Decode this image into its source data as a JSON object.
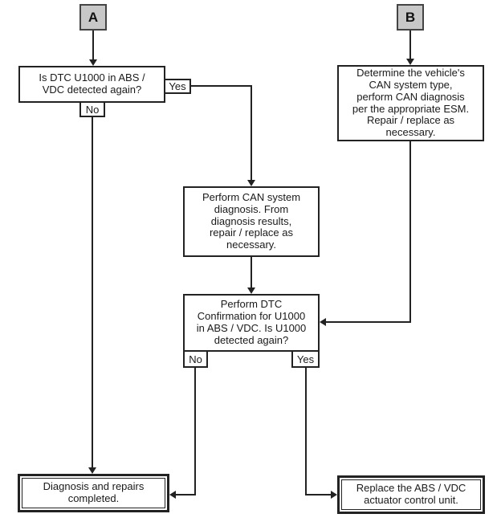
{
  "flowchart": {
    "connectors": {
      "a": "A",
      "b": "B"
    },
    "decision_labels": {
      "yes": "Yes",
      "no": "No"
    },
    "nodes": {
      "q1": "Is DTC U1000 in ABS /\nVDC detected again?",
      "b_action": "Determine the vehicle's\nCAN system type,\nperform CAN diagnosis\nper the appropriate ESM.\nRepair / replace as\nnecessary.",
      "can_diagnosis": "Perform CAN system\ndiagnosis. From\ndiagnosis results,\nrepair / replace as\nnecessary.",
      "dtc_confirmation": "Perform DTC\nConfirmation for U1000\nin ABS / VDC. Is U1000\ndetected again?",
      "completed": "Diagnosis and repairs\ncompleted.",
      "replace_unit": "Replace the ABS / VDC\nactuator control unit."
    },
    "colors": {
      "background": "#ffffff",
      "line": "#222222",
      "box_border": "#222222",
      "connector_fill": "#c8c8c8",
      "connector_border": "#444444",
      "text": "#1a1a1a"
    }
  }
}
